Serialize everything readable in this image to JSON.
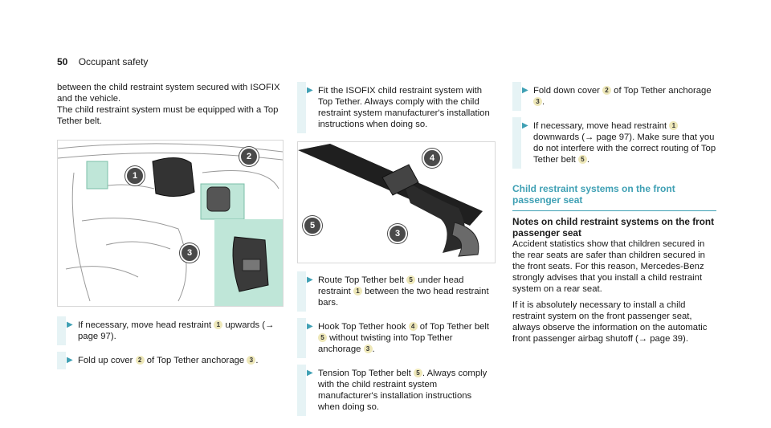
{
  "header": {
    "page_number": "50",
    "section": "Occupant safety"
  },
  "col1": {
    "intro1": "between the child restraint system secured with ISOFIX and the vehicle.",
    "intro2": "The child restraint system must be equipped with a Top Tether belt.",
    "figure_callouts": [
      "1",
      "2",
      "3"
    ],
    "step1": {
      "a": "If necessary, move head restraint ",
      "badge": "1",
      "b": " upwards (→ page 97)."
    },
    "step2": {
      "a": "Fold up cover ",
      "badge": "2",
      "b": " of Top Tether anchorage ",
      "badge2": "3",
      "c": "."
    }
  },
  "col2": {
    "step1": "Fit the ISOFIX child restraint system with Top Tether. Always comply with the child restraint system manufacturer's installation instructions when doing so.",
    "figure_callouts": [
      "4",
      "5",
      "3"
    ],
    "step2": {
      "a": "Route Top Tether belt ",
      "badge": "5",
      "b": " under head restraint ",
      "badge2": "1",
      "c": " between the two head restraint bars."
    },
    "step3": {
      "a": "Hook Top Tether hook ",
      "badge": "4",
      "b": " of Top Tether belt ",
      "badge2": "5",
      "c": " without twisting into Top Tether anchorage ",
      "badge3": "3",
      "d": "."
    },
    "step4": {
      "a": "Tension Top Tether belt ",
      "badge": "5",
      "b": ". Always comply with the child restraint system manufacturer's installation instructions when doing so."
    }
  },
  "col3": {
    "step1": {
      "a": "Fold down cover ",
      "badge": "2",
      "b": " of Top Tether anchorage ",
      "badge2": "3",
      "c": "."
    },
    "step2": {
      "a": "If necessary, move head restraint ",
      "badge": "1",
      "b": " downwards (→ page 97). Make sure that you do not interfere with the correct routing of Top Tether belt ",
      "badge2": "5",
      "c": "."
    },
    "section_title": "Child restraint systems on the front passenger seat",
    "notes_title": "Notes on child restraint systems on the front passenger seat",
    "para1": "Accident statistics show that children secured in the rear seats are safer than children secured in the front seats. For this reason, Mercedes-Benz strongly advises that you install a child restraint system on a rear seat.",
    "para2": "If it is absolutely necessary to install a child restraint system on the front passenger seat, always observe the information on the automatic front passenger airbag shutoff (→ page 39)."
  },
  "icons": {
    "step_marker": "play-arrow-icon"
  },
  "colors": {
    "accent": "#3fa0b4",
    "step_bar": "#e6f3f5",
    "badge": "#eee8b9",
    "callout": "#4a4a4a"
  }
}
